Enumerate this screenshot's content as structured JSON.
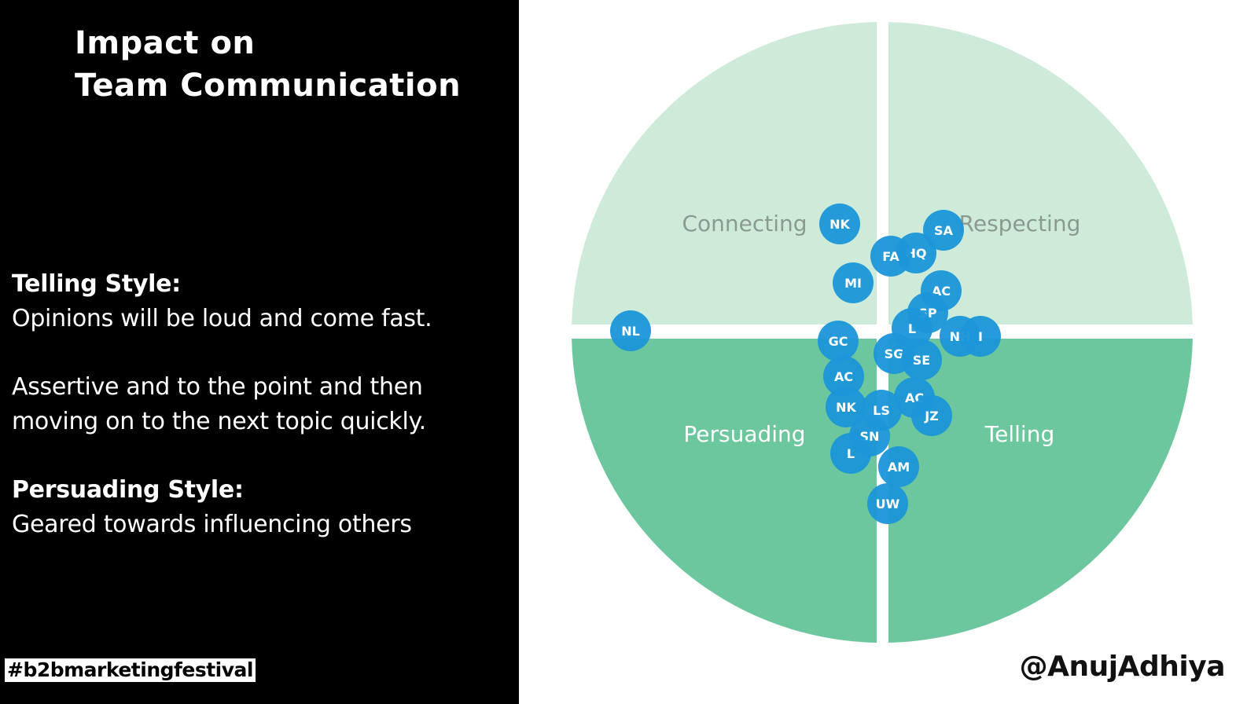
{
  "slide": {
    "title_line1": "Impact on",
    "title_line2": "Team Communication",
    "telling_heading": "Telling Style:",
    "telling_text": "Opinions will be loud and come fast.",
    "assertive_line1": "Assertive and to the point and then",
    "assertive_line2": "moving on to the next topic quickly.",
    "persuading_heading": "Persuading Style:",
    "persuading_text": "Geared towards influencing others",
    "hashtag": "#b2bmarketingfestival",
    "handle": "@AnujAdhiya"
  },
  "quadrants": {
    "top_left": "Connecting",
    "top_right": "Respecting",
    "bottom_left": "Persuading",
    "bottom_right": "Telling"
  },
  "colors": {
    "quadrant_light": "#cdebd8",
    "quadrant_dark": "#6cc79e",
    "marker": "#1d96d8",
    "label_light": "#8a9a92",
    "label_dark": "#ffffff"
  },
  "markers": [
    "NK",
    "SA",
    "HQ",
    "FA",
    "MI",
    "AC",
    "SP",
    "L",
    "NH",
    "I",
    "NL",
    "GC",
    "SG",
    "SE",
    "AC",
    "AC",
    "NK",
    "LS",
    "JZ",
    "SN",
    "L",
    "AM",
    "UW"
  ]
}
